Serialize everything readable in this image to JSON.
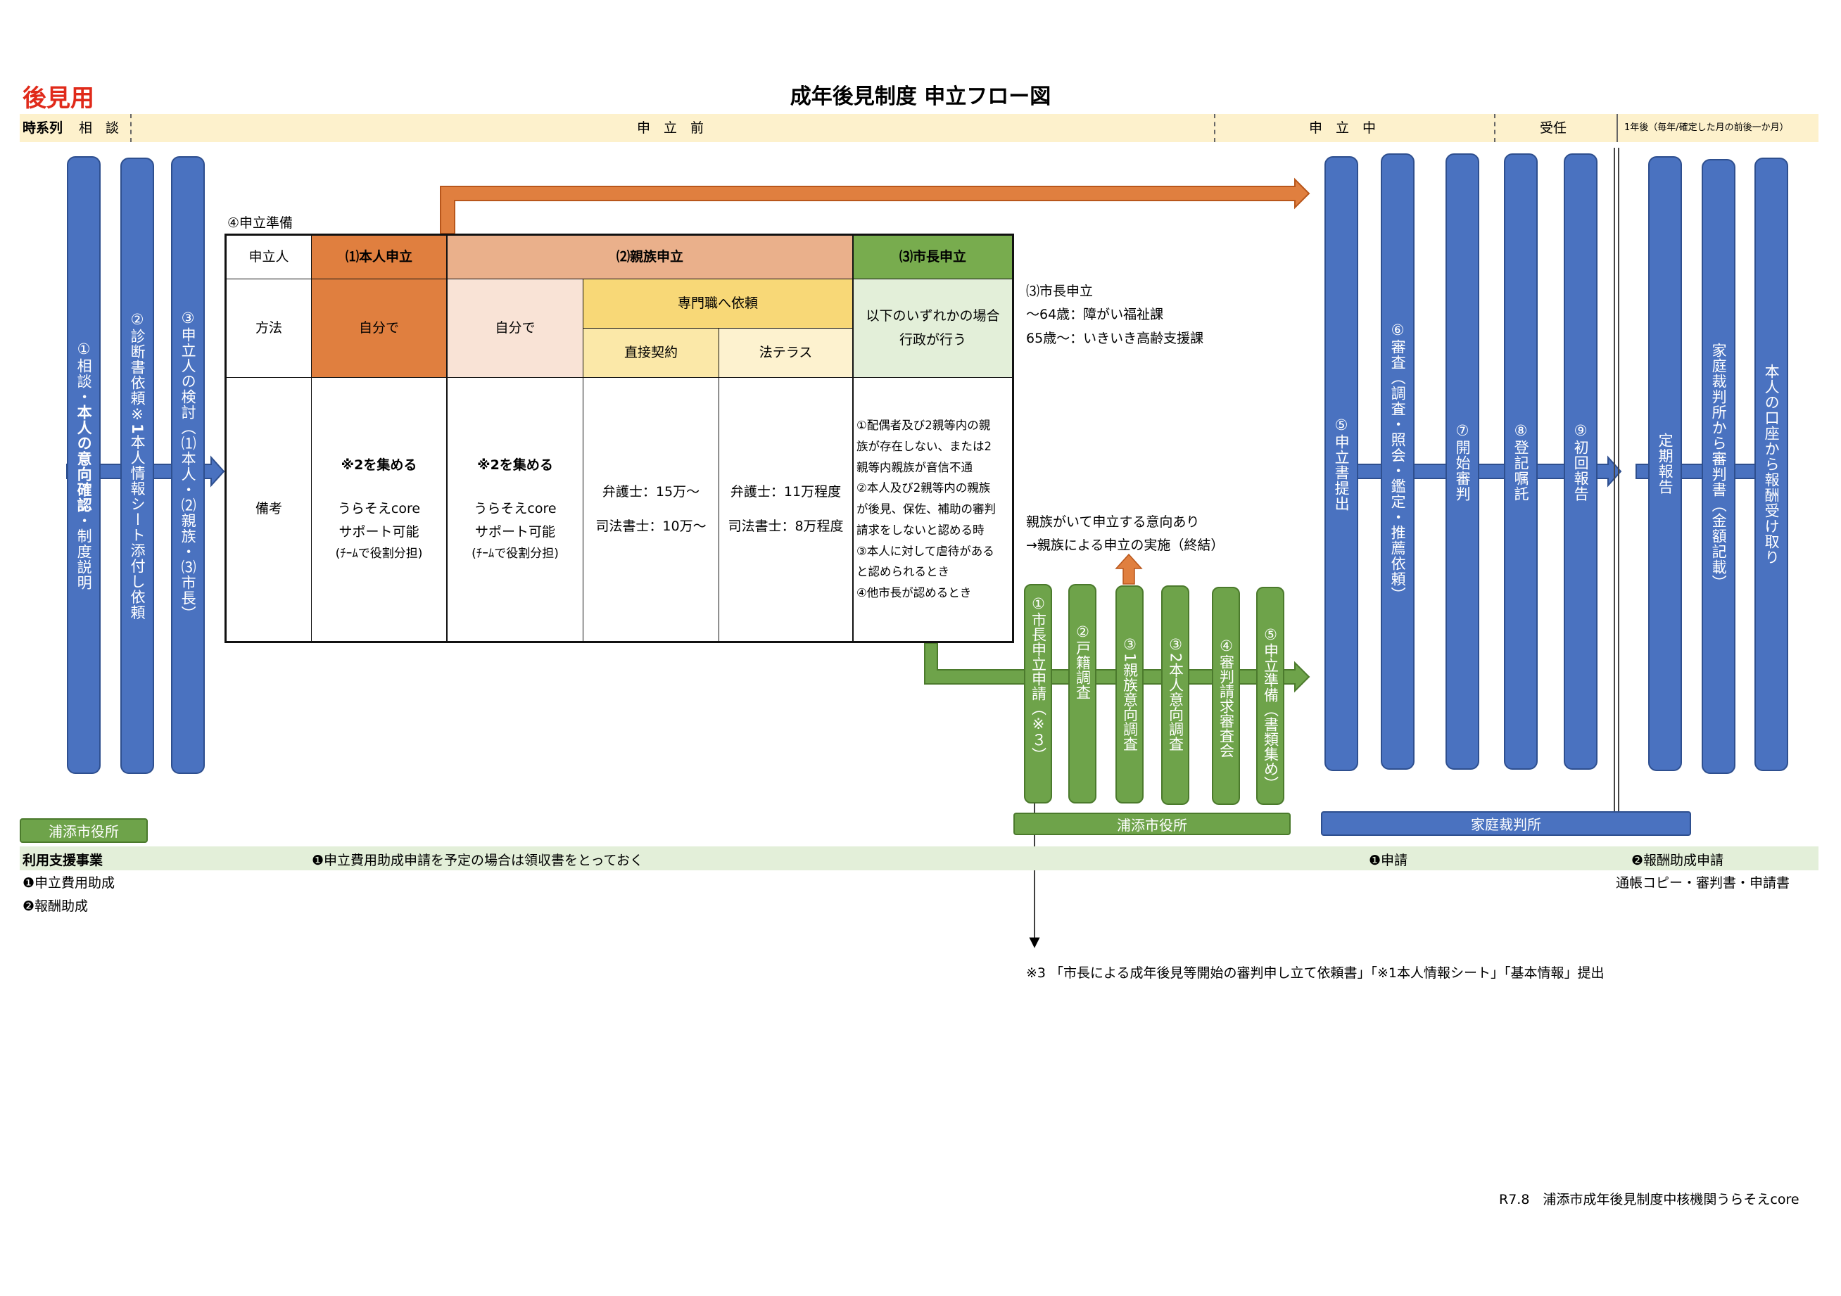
{
  "header": {
    "corner_label": "後見用",
    "title": "成年後見制度 申立フロー図"
  },
  "timeline": {
    "label": "時系列",
    "phases": [
      "相　談",
      "申　立　前",
      "申　立　中",
      "受任",
      "1年後（毎年/確定した月の前後一か月）"
    ]
  },
  "left_steps": [
    {
      "prefix": "①相談・",
      "bold": "本人の意向確認",
      "suffix": "・制度説明"
    },
    {
      "prefix": "②診断書依頼※",
      "bold": "1",
      "suffix": "本人情報シート添付し依頼"
    },
    {
      "prefix": "③申立人の検討（⑴本人・⑵親族・⑶市長）",
      "bold": "",
      "suffix": ""
    }
  ],
  "prep_label": "④申立準備",
  "table": {
    "row_labels": [
      "申立人",
      "方法",
      "備考"
    ],
    "col1": {
      "header": "⑴本人申立",
      "method": "自分で",
      "note_bold": "※2を集める",
      "note_lines": [
        "うらそえcore",
        "サポート可能"
      ],
      "note_small": "(ﾁｰﾑで役割分担)"
    },
    "col2": {
      "header": "⑵親族申立",
      "method_self": "自分で",
      "note_bold": "※2を集める",
      "note_lines": [
        "うらそえcore",
        "サポート可能"
      ],
      "note_small": "(ﾁｰﾑで役割分担)",
      "pro_header": "専門職へ依頼",
      "direct": "直接契約",
      "houterasu": "法テラス",
      "direct_fees": [
        "弁護士：15万～",
        "司法書士：10万～"
      ],
      "houterasu_fees": [
        "弁護士：11万程度",
        "司法書士：8万程度"
      ]
    },
    "col3": {
      "header": "⑶市長申立",
      "method_lines": [
        "以下のいずれかの場合",
        "行政が行う"
      ],
      "note_lines": [
        "①配偶者及び2親等内の親",
        "族が存在しない、または2",
        "親等内親族が音信不通",
        "②本人及び2親等内の親族",
        "が後見、保佐、補助の審判",
        "請求をしないと認める時",
        "③本人に対して虐待がある",
        "と認められるとき",
        "④他市長が認めるとき"
      ]
    }
  },
  "mayor_note": {
    "lines": [
      "⑶市長申立",
      "～64歳：障がい福祉課",
      "65歳～：いきいき高齢支援課"
    ]
  },
  "relative_note": {
    "lines": [
      "親族がいて申立する意向あり",
      "→親族による申立の実施（終結）"
    ]
  },
  "green_steps": [
    "①市長申立申請（※３）",
    "②戸籍調査",
    "③1親族意向調査",
    "③2本人意向調査",
    "④審判請求審査会",
    "⑤申立準備（書類集め）"
  ],
  "right_steps": [
    "⑤申立書提出",
    "⑥審査（調査・照会・鑑定・推薦依頼）",
    "⑦開始審判",
    "⑧登記嘱託",
    "⑨初回報告",
    "定期報告",
    "家庭裁判所から審判書（金額記載）",
    "本人の口座から報酬受け取り"
  ],
  "org_labels": {
    "city_left": "浦添市役所",
    "city_green": "浦添市役所",
    "court": "家庭裁判所"
  },
  "support": {
    "title": "利用支援事業",
    "items": [
      "❶申立費用助成",
      "❷報酬助成"
    ],
    "note1": "❶申立費用助成申請を予定の場合は領収書をとっておく",
    "note2": "❶申請",
    "note3": "❷報酬助成申請",
    "note3_sub": "通帳コピー・審判書・申請書"
  },
  "footnote": "※3 「市長による成年後見等開始の審判申し立て依頼書」「※1本人情報シート」「基本情報」提出",
  "footer": "R7.8　浦添市成年後見制度中核機関うらそえcore",
  "colors": {
    "blue": "#4a72c0",
    "green": "#6ea34a",
    "orange": "#e07f3f",
    "timeline_band": "#fdf1cc",
    "support_band": "#e3efd9",
    "corner_red": "#e02a1a"
  }
}
